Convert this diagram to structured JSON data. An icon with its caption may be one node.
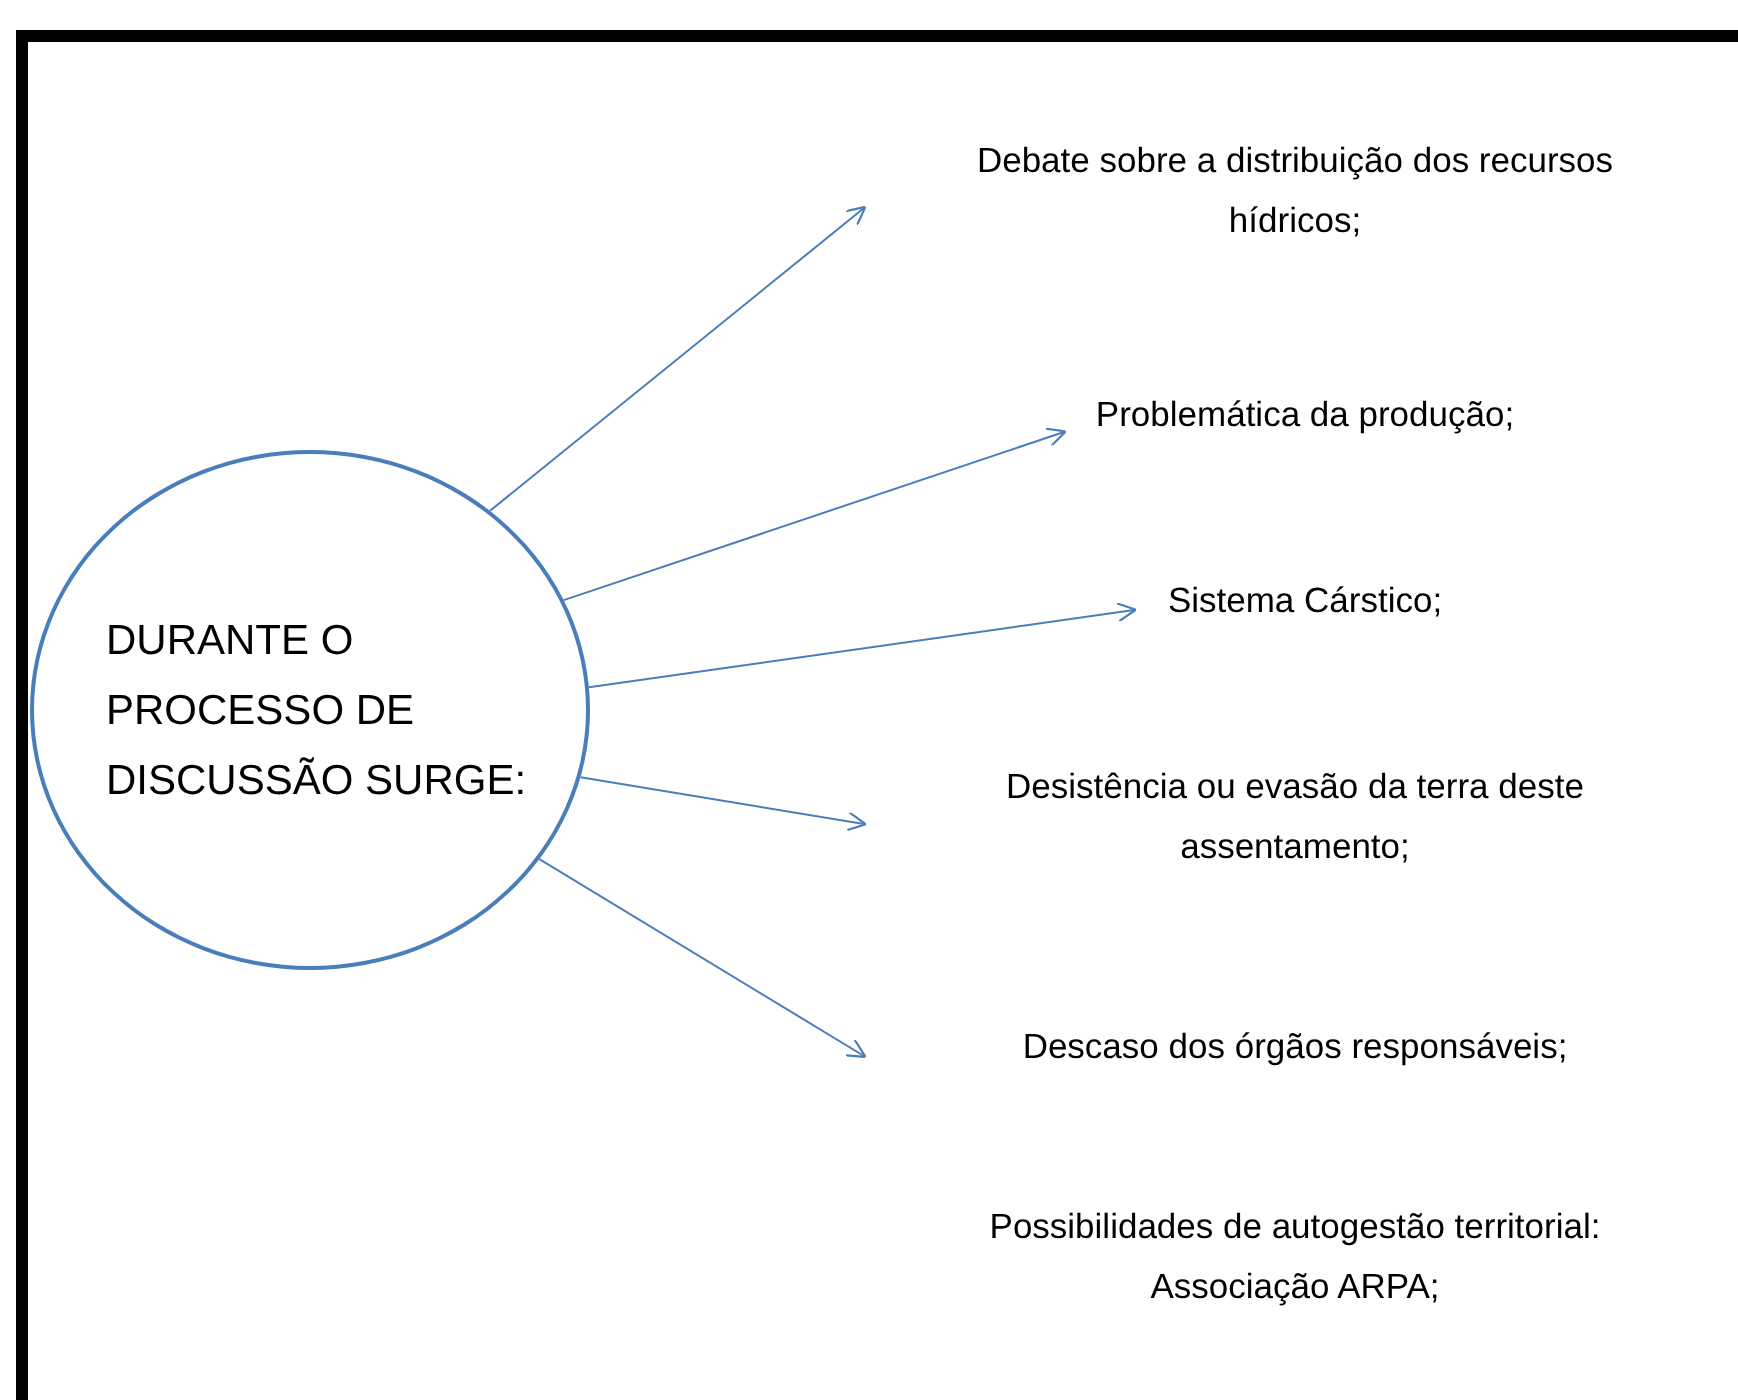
{
  "diagram": {
    "nodes": [
      {
        "text": [
          "DURANTE O PROCESSO DE DISCUSSÃO SURGE:"
        ]
      },
      {
        "text": [
          "Debate sobre a distribuição dos recursos hídricos;"
        ]
      },
      {
        "text": [
          "Problemática da produção;"
        ]
      },
      {
        "text": [
          "Sistema Cárstico;"
        ]
      },
      {
        "text": [
          "Desistência ou evasão da terra deste assentamento;"
        ]
      },
      {
        "text": [
          "Descaso dos órgãos responsáveis;"
        ]
      },
      {
        "text": [
          "Possibilidades de autogestão territorial: Associação ARPA;"
        ]
      }
    ],
    "edges": [
      {
        "from": 0,
        "to": 1,
        "arrow": "to"
      },
      {
        "from": 0,
        "to": 2,
        "arrow": "to"
      },
      {
        "from": 0,
        "to": 3,
        "arrow": "to"
      },
      {
        "from": 0,
        "to": 4,
        "arrow": "to"
      },
      {
        "from": 0,
        "to": 5,
        "arrow": "to"
      }
    ]
  }
}
